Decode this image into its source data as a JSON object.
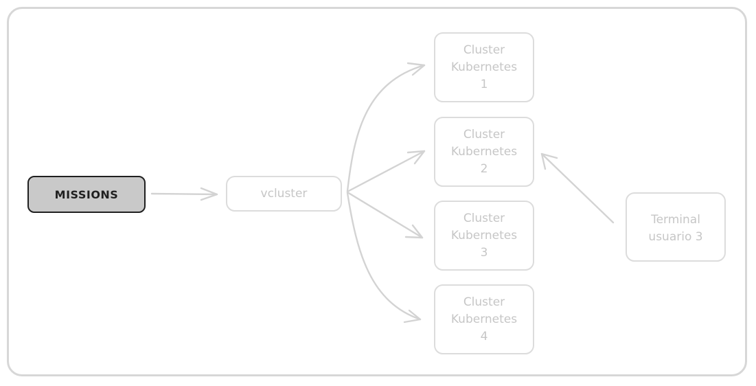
{
  "diagram": {
    "nodes": {
      "missions": "MISSIONS",
      "vcluster": "vcluster",
      "cluster_1": "Cluster\nKubernetes\n1",
      "cluster_2": "Cluster\nKubernetes\n2",
      "cluster_3": "Cluster\nKubernetes\n3",
      "cluster_4": "Cluster\nKubernetes\n4",
      "terminal": "Terminal\nusuario 3"
    },
    "edges": [
      {
        "from": "missions",
        "to": "vcluster"
      },
      {
        "from": "vcluster",
        "to": "cluster_1"
      },
      {
        "from": "vcluster",
        "to": "cluster_2"
      },
      {
        "from": "vcluster",
        "to": "cluster_3"
      },
      {
        "from": "vcluster",
        "to": "cluster_4"
      },
      {
        "from": "terminal",
        "to": "cluster_2"
      }
    ],
    "colors": {
      "frame": "#d7d7d7",
      "faded_stroke": "#dcdcdc",
      "faded_text": "#c6c6c6",
      "highlight_fill": "#c9c9c9",
      "highlight_stroke": "#1f1f1f"
    }
  }
}
